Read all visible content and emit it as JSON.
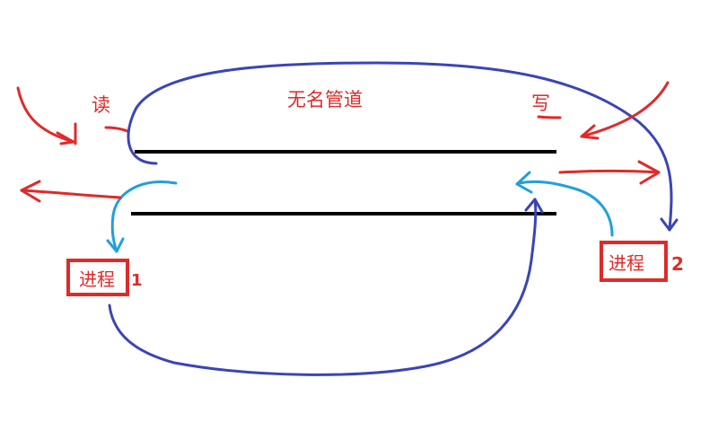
{
  "title": "无名管道",
  "read_label": "读",
  "write_label": "写",
  "process1": {
    "label": "进程",
    "number": "1"
  },
  "process2": {
    "label": "进程",
    "number": "2"
  },
  "colors": {
    "red": "#e02a2a",
    "blue": "#3a45b5",
    "cyan": "#1fa0dc",
    "black": "#000000"
  }
}
